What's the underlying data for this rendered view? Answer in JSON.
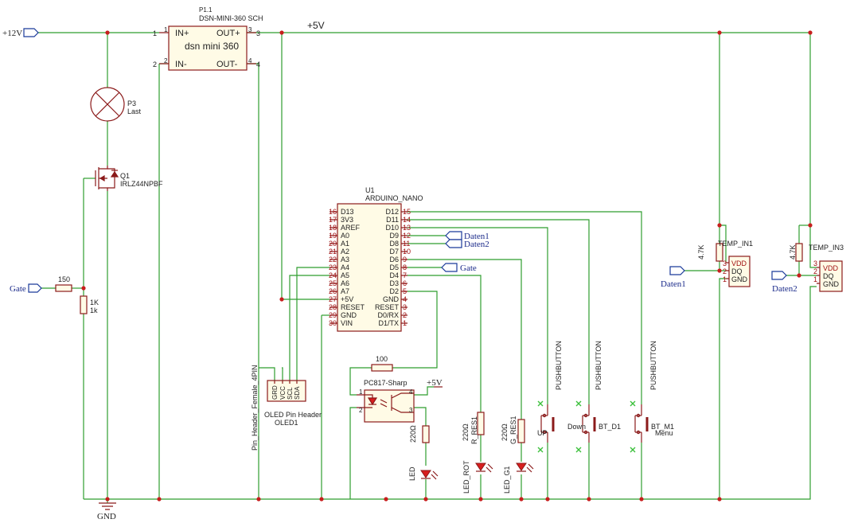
{
  "nets": {
    "v12": "+12V",
    "v5": "+5V",
    "gnd": "GND",
    "gate_left": "Gate",
    "gate_arduino": "Gate",
    "daten1_arduino": "Daten1",
    "daten2_arduino": "Daten2",
    "daten1_sensor": "Daten1",
    "daten2_sensor": "Daten2",
    "v5_optocoupler": "+5V"
  },
  "converter": {
    "ref": "P1.1",
    "value": "DSN-MINI-360 SCH",
    "body_label": "dsn mini 360",
    "pins": [
      {
        "num": "1",
        "name": "IN+"
      },
      {
        "num": "2",
        "name": "IN-"
      },
      {
        "num": "3",
        "name": "OUT+"
      },
      {
        "num": "4",
        "name": "OUT-"
      }
    ],
    "pin_nums_outer": [
      "1",
      "2",
      "3",
      "4"
    ]
  },
  "lamp": {
    "ref": "P3",
    "value": "Last"
  },
  "mosfet": {
    "ref": "Q1",
    "value": "IRLZ44NPBF"
  },
  "resistors": {
    "r150": "150",
    "r1k_a": "1K",
    "r1k_b": "1k",
    "r100": "100",
    "r220_opto": "220Ω",
    "r220_rot": "220Ω",
    "r220_rot_ref": "R_RES1",
    "r220_g": "220Ω",
    "r220_g_ref": "G_RES1",
    "r47k_1": "4.7K",
    "r47k_2": "4.7K"
  },
  "arduino": {
    "ref": "U1",
    "value": "ARDUINO_NANO",
    "left_pins": [
      {
        "num": "16",
        "name": "D13"
      },
      {
        "num": "17",
        "name": "3V3"
      },
      {
        "num": "18",
        "name": "AREF"
      },
      {
        "num": "19",
        "name": "A0"
      },
      {
        "num": "20",
        "name": "A1"
      },
      {
        "num": "21",
        "name": "A2"
      },
      {
        "num": "22",
        "name": "A3"
      },
      {
        "num": "23",
        "name": "A4"
      },
      {
        "num": "24",
        "name": "A5"
      },
      {
        "num": "25",
        "name": "A6"
      },
      {
        "num": "26",
        "name": "A7"
      },
      {
        "num": "27",
        "name": "+5V"
      },
      {
        "num": "28",
        "name": "RESET"
      },
      {
        "num": "29",
        "name": "GND"
      },
      {
        "num": "30",
        "name": "VIN"
      }
    ],
    "right_pins": [
      {
        "num": "15",
        "name": "D12"
      },
      {
        "num": "14",
        "name": "D11"
      },
      {
        "num": "13",
        "name": "D10"
      },
      {
        "num": "12",
        "name": "D9"
      },
      {
        "num": "11",
        "name": "D8"
      },
      {
        "num": "10",
        "name": "D7"
      },
      {
        "num": "9",
        "name": "D6"
      },
      {
        "num": "8",
        "name": "D5"
      },
      {
        "num": "7",
        "name": "D4"
      },
      {
        "num": "6",
        "name": "D3"
      },
      {
        "num": "5",
        "name": "D2"
      },
      {
        "num": "4",
        "name": "GND"
      },
      {
        "num": "3",
        "name": "RESET"
      },
      {
        "num": "2",
        "name": "D0/RX"
      },
      {
        "num": "1",
        "name": "D1/TX"
      }
    ]
  },
  "oled": {
    "ref": "OLED1",
    "value": "OLED Pin Header",
    "footprint": "Pin_Header_Female_4PIN",
    "pins": [
      "GRD",
      "VCC",
      "SCL",
      "SDA"
    ]
  },
  "optocoupler": {
    "value": "PC817-Sharp",
    "pins": [
      "1",
      "2",
      "3",
      "4"
    ]
  },
  "leds": [
    {
      "ref": "LED",
      "value": ""
    },
    {
      "ref": "LED_ROT",
      "value": ""
    },
    {
      "ref": "LED_G1",
      "value": ""
    }
  ],
  "buttons": [
    {
      "value": "PUSHBUTTON",
      "label": "UP",
      "ref": ""
    },
    {
      "value": "PUSHBUTTON",
      "label": "Down",
      "ref": "BT_D1"
    },
    {
      "value": "PUSHBUTTON",
      "label": "Menu",
      "ref": "BT_M1"
    }
  ],
  "sensors": [
    {
      "ref": "TEMP_IN1",
      "pins": [
        {
          "num": "3",
          "name": "VDD"
        },
        {
          "num": "2",
          "name": "DQ"
        },
        {
          "num": "1",
          "name": "GND"
        }
      ]
    },
    {
      "ref": "TEMP_IN3",
      "pins": [
        {
          "num": "3",
          "name": "VDD"
        },
        {
          "num": "2",
          "name": "DQ"
        },
        {
          "num": "1",
          "name": "GND"
        }
      ]
    }
  ]
}
